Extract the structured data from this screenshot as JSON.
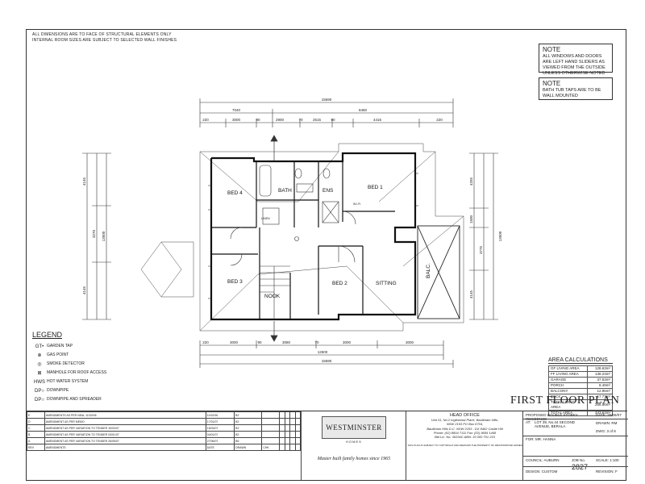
{
  "notes": {
    "top_line1": "ALL DIMENSIONS ARE TO FACE OF STRUCTURAL ELEMENTS ONLY",
    "top_line2": "INTERNAL ROOM SIZES ARE SUBJECT TO SELECTED WALL FINISHES",
    "box1_title": "NOTE",
    "box1_text": "ALL WINDOWS AND DOORS ARE LEFT HAND SLIDERS AS VIEWED FROM THE OUTSIDE UNLESS OTHERWISE NOTED",
    "box2_title": "NOTE",
    "box2_text": "BATH TUB TAPS ARE TO BE WALL MOUNTED"
  },
  "dimensions": {
    "overall_top": "15590",
    "top_a": "7040",
    "top_b": "8460",
    "top_c": [
      "220",
      "3000",
      "90",
      "2900",
      "70",
      "2515",
      "90",
      "4415",
      "220"
    ],
    "overall_bottom": "15590",
    "bottom_a": "12500",
    "bottom_c": [
      "220",
      "3000",
      "90",
      "3080",
      "70",
      "3000",
      "3000"
    ],
    "left": [
      "4145",
      "3270",
      "4145",
      "13500"
    ],
    "right": [
      "4255",
      "1500",
      "3775",
      "4145",
      "13500"
    ]
  },
  "rooms": {
    "bed4": "BED 4",
    "bath": "BATH",
    "ens": "ENS",
    "bed1": "BED 1",
    "bed3": "BED 3",
    "nook": "NOOK",
    "bed2": "BED 2",
    "sitting": "SITTING",
    "balc": "BALC.",
    "wir": "W.I.R.",
    "linen": "LINEN"
  },
  "legend": {
    "title": "LEGEND",
    "items": [
      {
        "sym": "GT•",
        "text": "GARDEN TAP"
      },
      {
        "sym": "⊗",
        "text": "GAS POINT"
      },
      {
        "sym": "◎",
        "text": "SMOKE DETECTOR"
      },
      {
        "sym": "⊠",
        "text": "MANHOLE FOR ROOF ACCESS"
      },
      {
        "sym": "HWS",
        "text": "HOT WATER SYSTEM"
      },
      {
        "sym": "DP○",
        "text": "DOWNPIPE"
      },
      {
        "sym": "DP○",
        "text": "DOWNPIPE AND SPREADER"
      }
    ]
  },
  "area_calculations": {
    "title": "AREA CALCULATIONS",
    "rows": [
      {
        "label": "GF LIVING AREA",
        "value": "128.63m²"
      },
      {
        "label": "FF LIVING AREA",
        "value": "138.23m²"
      },
      {
        "label": "GARAGE",
        "value": "37.53m²"
      },
      {
        "label": "PORCH",
        "value": "8.49m²"
      },
      {
        "label": "BALCONY",
        "value": "12.96m²"
      },
      {
        "label": "DECK",
        "value": "17.77m²"
      },
      {
        "label": "TOTAL LIVING AREA",
        "value": "266.86m²"
      },
      {
        "label": "TOTAL AREA",
        "value": "343.64m²"
      }
    ]
  },
  "plan_title": "FIRST FLOOR PLAN",
  "revisions": [
    {
      "no": "E",
      "desc": "AMENDMENTS AS PER NEAL 11/02/06",
      "date": "11/02/06",
      "by": "B2"
    },
    {
      "no": "D",
      "desc": "AMENDMENT AS PER MEMO",
      "date": "17/01/07",
      "by": "B2"
    },
    {
      "no": "C",
      "desc": "AMENDMENT AS PER VARIATION TO TENDER 15/03/07",
      "date": "15/03/07",
      "by": "B2"
    },
    {
      "no": "B",
      "desc": "AMENDMENT AS PER VARIATION TO TENDER 03/01/07",
      "date": "04/01/07",
      "by": "B2"
    },
    {
      "no": "A",
      "desc": "AMENDMENT AS PER VARIATION TO TENDER 26/05/07",
      "date": "27/06/07",
      "by": "B6"
    }
  ],
  "revision_headers": {
    "no": "REV",
    "desc": "AMENDMENTS",
    "date": "DATE",
    "by": "DRAWN",
    "chk": "CHK"
  },
  "company": {
    "name": "WESTMINSTER",
    "sub": "HOMES",
    "tagline": "Master built family homes since 1965"
  },
  "office": {
    "title": "HEAD OFFICE",
    "l1": "Unit 31, No.2 Inglewood Place, Baulkham Hills,",
    "l2": "NSW 2153 PO Box 6704,",
    "l3": "Baulkham Hills D.C. NSW 2153 - DX 8462 Castle Hill",
    "l4": "Phone: (02) 8804 7111 Fax: (02) 9659 1468",
    "l5": "Bld Lic. No. 36334C ABN: 33 000 701 215",
    "fine": "THIS PLAN IS SUBJECT TO COPYRIGHT AND REMAINS THE PROPERTY OF WESTMINSTER HOMES"
  },
  "project": {
    "title": "PROPOSED DOUBLE STOREY RESIDENCE",
    "at_label": "AT:",
    "at_value": "LOT 39, No.44 SECOND AVENUE, BERALA",
    "for_label": "FOR:",
    "for_value": "MR. HANNA",
    "date_label": "DATE:",
    "date_value": "20/06/07",
    "drawn_label": "DRAWN:",
    "drawn_value": "RM",
    "dwg_label": "DWG:",
    "dwg_value": "3 of 8",
    "council_label": "COUNCIL:",
    "council_value": "AUBURN",
    "job_label": "JOB No.",
    "job_value": "2827",
    "scale_label": "SCALE:",
    "scale_value": "1:100",
    "design_label": "DESIGN:",
    "design_value": "CUSTOM",
    "revision_label": "REVISION:",
    "revision_value": "F"
  }
}
